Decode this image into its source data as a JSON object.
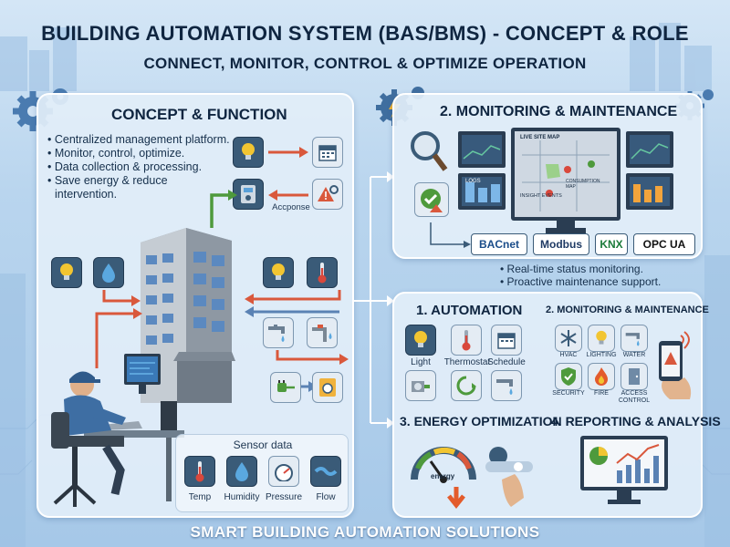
{
  "header": {
    "title": "BUILDING AUTOMATION SYSTEM (BAS/BMS) - CONCEPT & ROLE",
    "subtitle": "CONNECT, MONITOR, CONTROL & OPTIMIZE OPERATION"
  },
  "concept": {
    "title": "CONCEPT & FUNCTION",
    "bullets": [
      "• Centralized management platform.",
      "• Monitor, control, optimize.",
      "• Data collection & processing.",
      "• Save energy & reduce",
      "  intervention."
    ],
    "response_label": "Accponse",
    "sensor_title": "Sensor data",
    "sensors": [
      {
        "label": "Temp",
        "icon": "thermometer-icon"
      },
      {
        "label": "Humidity",
        "icon": "droplet-icon"
      },
      {
        "label": "Pressure",
        "icon": "gauge-icon"
      },
      {
        "label": "Flow",
        "icon": "pipe-flow-icon"
      }
    ]
  },
  "monitoring": {
    "title": "2. MONITORING & MAINTENANCE",
    "screen_live_map": "LIVE SITE MAP",
    "screen_logs": "LOGS",
    "screen_events": "INSIGHT EVENTS",
    "screen_consumption": "CONSUMPTION MAP",
    "protocols": [
      "BACnet",
      "Modbus",
      "KNX",
      "OPC UA"
    ],
    "bullets": [
      "• Real-time status monitoring.",
      "• Proactive maintenance support."
    ]
  },
  "automation": {
    "title": "1. AUTOMATION",
    "items": [
      {
        "label": "Light",
        "icon": "bulb-icon"
      },
      {
        "label": "Thermostat",
        "icon": "thermometer-icon"
      },
      {
        "label": "Schedule",
        "icon": "calendar-icon"
      }
    ]
  },
  "monitoring2": {
    "title": "2. MONITORING & MAINTENANCE",
    "items": [
      {
        "label": "HVAC",
        "icon": "snowflake-icon"
      },
      {
        "label": "LIGHTING",
        "icon": "bulb-icon"
      },
      {
        "label": "WATER",
        "icon": "faucet-icon"
      },
      {
        "label": "SECURITY",
        "icon": "shield-icon"
      },
      {
        "label": "FIRE",
        "icon": "flame-icon"
      },
      {
        "label": "ACCESS\nCONTROL",
        "icon": "door-icon"
      }
    ]
  },
  "energy": {
    "title": "3. ENERGY OPTIMIZATION",
    "gauge_label": "energy"
  },
  "reporting": {
    "title": "4. REPORTING & ANALYSIS"
  },
  "footer": {
    "text": "SMART BUILDING AUTOMATION SOLUTIONS"
  },
  "colors": {
    "panel_bg": "#e2eef9",
    "dark_tile": "#3a5b78",
    "arrow_red": "#d9583c",
    "arrow_green": "#4e9a3c",
    "arrow_blue": "#5a82b4",
    "bulb_yellow": "#f2c531"
  }
}
